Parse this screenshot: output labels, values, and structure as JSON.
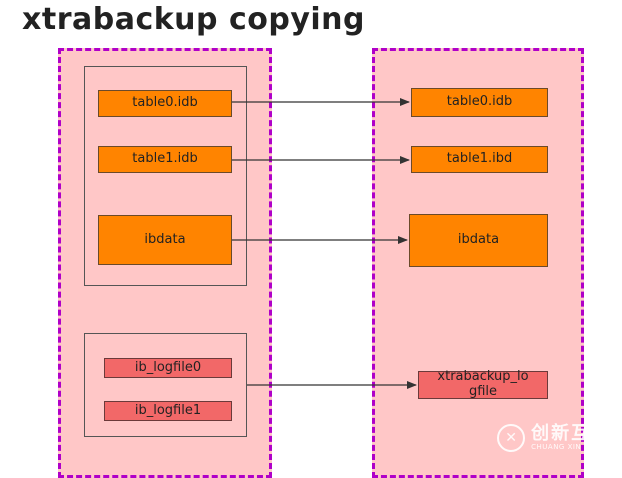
{
  "title": "xtrabackup copying",
  "source": {
    "files": [
      "table0.idb",
      "table1.idb",
      "ibdata"
    ],
    "logs": [
      "ib_logfile0",
      "ib_logfile1"
    ]
  },
  "target": {
    "files": [
      "table0.idb",
      "table1.ibd",
      "ibdata"
    ],
    "log": "xtrabackup_lo\ngfile"
  },
  "colors": {
    "panel_fill": "#ffc7c7",
    "panel_border": "#b000c8",
    "data_file": "#ff8400",
    "log_file": "#f26868"
  },
  "watermark": {
    "cn": "创新互联",
    "en": "CHUANG XIN HU LIAN"
  }
}
